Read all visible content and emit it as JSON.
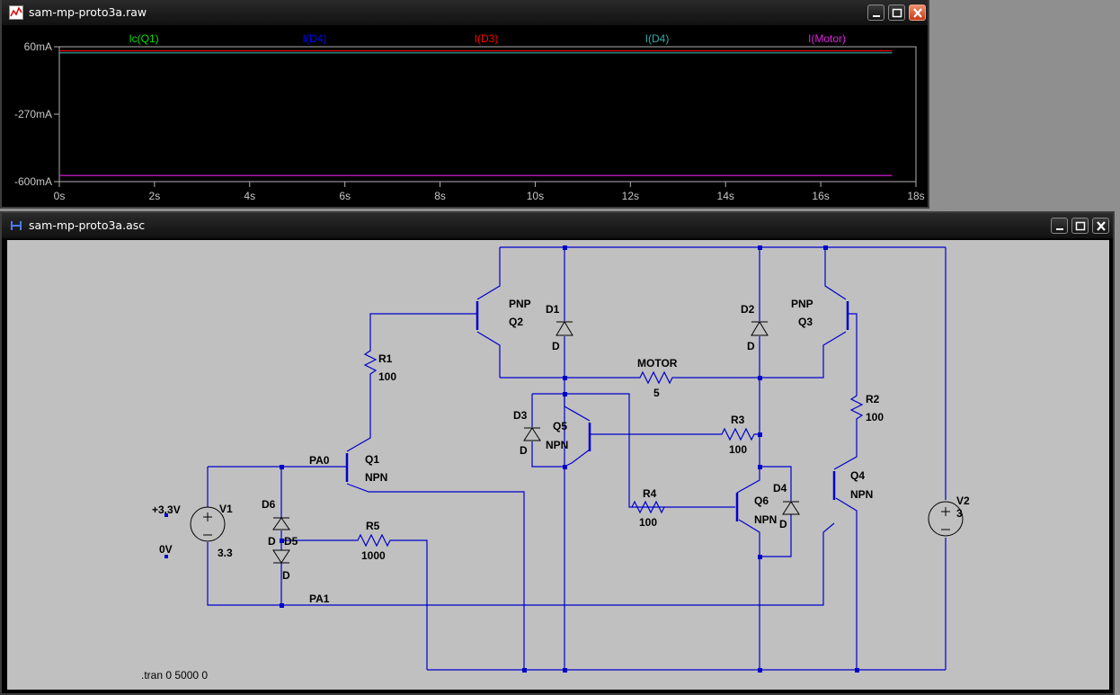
{
  "waveform_window": {
    "title": "sam-mp-proto3a.raw",
    "traces": [
      {
        "label": "Ic(Q1)",
        "color": "#00e000"
      },
      {
        "label": "I(D4)",
        "color": "#0000ff"
      },
      {
        "label": "I(D3)",
        "color": "#ff0000"
      },
      {
        "label": "I(D4)",
        "color": "#33aaaa"
      },
      {
        "label": "I(Motor)",
        "color": "#e020e0"
      }
    ],
    "y_ticks": [
      "60mA",
      "-270mA",
      "-600mA"
    ],
    "x_ticks": [
      "0s",
      "2s",
      "4s",
      "6s",
      "8s",
      "10s",
      "12s",
      "14s",
      "16s",
      "18s"
    ]
  },
  "chart_data": {
    "type": "line",
    "x": [
      0,
      17.5
    ],
    "series": [
      {
        "name": "Ic(Q1)",
        "values": [
          40,
          40
        ]
      },
      {
        "name": "I(D4)",
        "values": [
          40,
          40
        ]
      },
      {
        "name": "I(D3)",
        "values": [
          40,
          40
        ]
      },
      {
        "name": "I(D4)",
        "values": [
          30,
          30
        ]
      },
      {
        "name": "I(Motor)",
        "values": [
          -570,
          -570
        ]
      }
    ],
    "xlim": [
      0,
      18
    ],
    "ylim": [
      -600,
      60
    ],
    "grid": false
  },
  "schematic_window": {
    "title": "sam-mp-proto3a.asc",
    "wire_color": "#0000cd",
    "labels": {
      "q1": "Q1",
      "q1_type": "NPN",
      "q2": "Q2",
      "q2_type": "PNP",
      "q3": "Q3",
      "q3_type": "PNP",
      "q4": "Q4",
      "q4_type": "NPN",
      "q5": "Q5",
      "q5_type": "NPN",
      "q6": "Q6",
      "q6_type": "NPN",
      "r1": "R1",
      "r1_val": "100",
      "r2": "R2",
      "r2_val": "100",
      "r3": "R3",
      "r3_val": "100",
      "r4": "R4",
      "r4_val": "100",
      "r5": "R5",
      "r5_val": "1000",
      "motor": "MOTOR",
      "motor_val": "5",
      "d1": "D1",
      "d2": "D2",
      "d3": "D3",
      "d4": "D4",
      "d5": "D5",
      "d6": "D6",
      "d_model": "D",
      "v1": "V1",
      "v1_val": "3.3",
      "v2": "V2",
      "v2_val": "3",
      "pa0": "PA0",
      "pa1": "PA1",
      "plus33": "+3.3V",
      "zero": "0V",
      "tran": ".tran 0 5000 0"
    }
  }
}
